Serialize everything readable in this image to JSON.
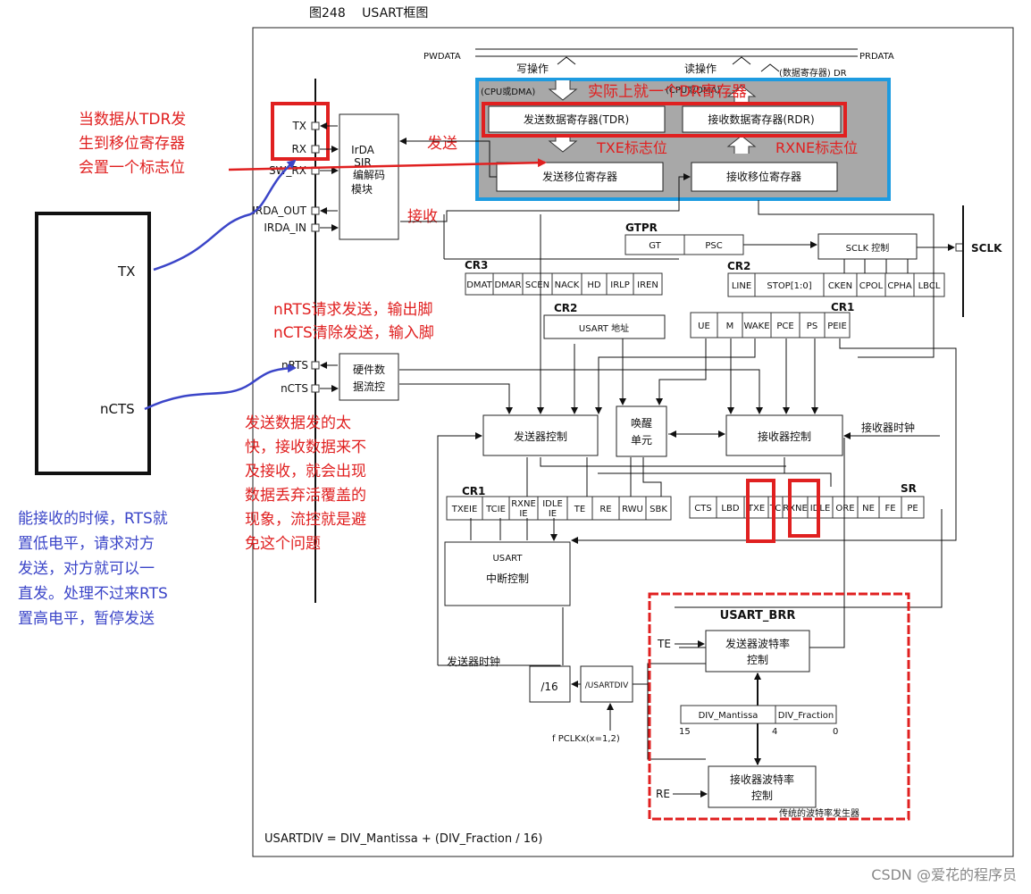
{
  "figure": {
    "caption": "图248　 USART框图",
    "watermark": "CSDN @爱花的程序员",
    "formula": "USARTDIV = DIV_Mantissa + (DIV_Fraction / 16)"
  },
  "top": {
    "pwdata": "PWDATA",
    "prdata": "PRDATA",
    "write_op": "写操作",
    "read_op": "读操作",
    "data_reg": "(数据寄存器) DR",
    "cpu_dma_left": "(CPU或DMA)",
    "cpu_dma_right": "(CPU或DMA)"
  },
  "registers": {
    "tdr": "发送数据寄存器(TDR)",
    "rdr": "接收数据寄存器(RDR)",
    "tx_shift": "发送移位寄存器",
    "rx_shift": "接收移位寄存器"
  },
  "pins": {
    "tx": "TX",
    "rx": "RX",
    "sw_rx": "SW_RX",
    "irda_out": "IRDA_OUT",
    "irda_in": "IRDA_IN",
    "nrts": "nRTS",
    "ncts": "nCTS",
    "sclk": "SCLK"
  },
  "blocks": {
    "irda": [
      "IrDA",
      "SIR",
      "编解码",
      "模块"
    ],
    "hw_flow": [
      "硬件数",
      "据流控"
    ],
    "gtpr": "GTPR",
    "gt": "GT",
    "psc": "PSC",
    "sclk_ctrl": "SCLK 控制",
    "usart_addr": "USART 地址",
    "tx_ctrl": "发送器控制",
    "wakeup": [
      "唤醒",
      "单元"
    ],
    "rx_ctrl": "接收器控制",
    "rx_clock": "接收器时钟",
    "int_ctrl_title": "USART",
    "int_ctrl": "中断控制",
    "tx_clock": "发送器时钟",
    "div16": "/16",
    "usartdiv": "/USARTDIV",
    "fpclk": "f PCLKx(x=1,2)",
    "brr": "USART_BRR",
    "te": "TE",
    "re": "RE",
    "tx_baud": [
      "发送器波特率",
      "控制"
    ],
    "rx_baud": [
      "接收器波特率",
      "控制"
    ],
    "div_mantissa": "DIV_Mantissa",
    "div_fraction": "DIV_Fraction",
    "bit15": "15",
    "bit4": "4",
    "bit0": "0",
    "baud_gen": "传统的波特率发生器"
  },
  "cr3": {
    "name": "CR3",
    "bits": [
      "DMAT",
      "DMAR",
      "SCEN",
      "NACK",
      "HD",
      "IRLP",
      "IREN"
    ]
  },
  "cr2_top": {
    "name": "CR2",
    "bits": [
      "LINE",
      "STOP[1:0]",
      "CKEN",
      "CPOL",
      "CPHA",
      "LBCL"
    ]
  },
  "cr2_addr": {
    "name": "CR2"
  },
  "cr1_top": {
    "name": "CR1",
    "bits": [
      "UE",
      "M",
      "WAKE",
      "PCE",
      "PS",
      "PEIE"
    ]
  },
  "cr1_bottom": {
    "name": "CR1",
    "bits": [
      "TXEIE",
      "TCIE",
      "RXNE IE",
      "IDLE IE",
      "TE",
      "RE",
      "RWU",
      "SBK"
    ]
  },
  "sr": {
    "name": "SR",
    "bits": [
      "CTS",
      "LBD",
      "TXE",
      "TC",
      "RXNE",
      "IDLE",
      "ORE",
      "NE",
      "FE",
      "PE"
    ]
  },
  "annotations": {
    "actual_rdr": "实际上就一个DR寄存器",
    "send": "发送",
    "receive": "接收",
    "txe_flag": "TXE标志位",
    "rxne_flag": "RXNE标志位",
    "tdr_note": [
      "当数据从TDR发",
      "生到移位寄存器",
      "会置一个标志位"
    ],
    "rts_note": [
      "nRTS请求发送，输出脚",
      "nCTS清除发送，输入脚"
    ],
    "overflow_note": [
      "发送数据发的太",
      "快，接收数据来不",
      "及接收，就会出现",
      "数据丢弃活覆盖的",
      "现象，流控就是避",
      "免这个问题"
    ],
    "left_note": [
      "能接收的时候，RTS就",
      "置低电平，请求对方",
      "发送，对方就可以一",
      "直发。处理不过来RTS",
      "置高电平，暂停发送"
    ],
    "device_tx": "TX",
    "device_ncts": "nCTS"
  },
  "colors": {
    "red": "#e02020",
    "blue": "#1e9be0",
    "note_blue": "#3b45c8",
    "gray_panel": "#a8a8a8"
  }
}
